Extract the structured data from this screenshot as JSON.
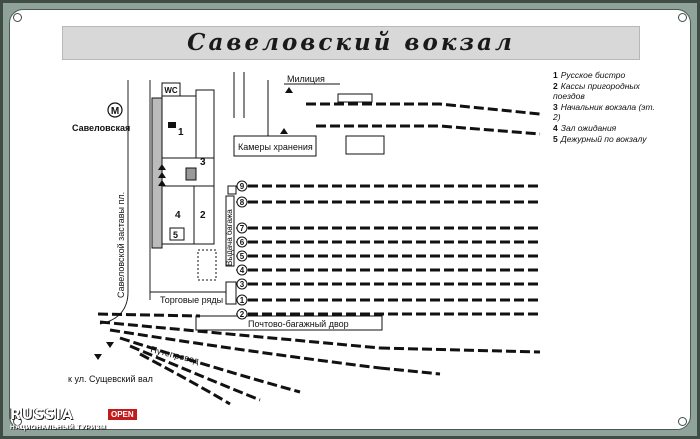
{
  "title": "Савеловский вокзал",
  "labels": {
    "metro_letter": "M",
    "metro_station": "Савеловская",
    "street_vertical": "Савеловской заставы пл.",
    "wc": "WC",
    "militia": "Милиция",
    "storage": "Камеры хранения",
    "baggage_issue": "Выдача багажа",
    "shopping": "Торговые ряды",
    "mail_yard": "Почтово-багажный двор",
    "overpass": "Путепровод",
    "street_bottom": "к ул. Сущевский вал"
  },
  "building_numbers": [
    "1",
    "3",
    "4",
    "2",
    "5"
  ],
  "tracks": [
    "9",
    "8",
    "7",
    "6",
    "5",
    "4",
    "3",
    "1",
    "2"
  ],
  "legend": [
    {
      "num": "1",
      "text": "Русское бистро"
    },
    {
      "num": "2",
      "text": "Кассы пригородных поездов"
    },
    {
      "num": "3",
      "text": "Начальник вокзала (эт. 2)"
    },
    {
      "num": "4",
      "text": "Зал ожидания"
    },
    {
      "num": "5",
      "text": "Дежурный по вокзалу"
    }
  ],
  "logo": {
    "main": "RUSSIA",
    "badge": "OPEN",
    "sub": "НАЦИОНАЛЬНЫЙ ТУРИЗМ"
  },
  "colors": {
    "frame": "#8fa39a",
    "banner": "#d8d8d8",
    "ink": "#111111"
  }
}
